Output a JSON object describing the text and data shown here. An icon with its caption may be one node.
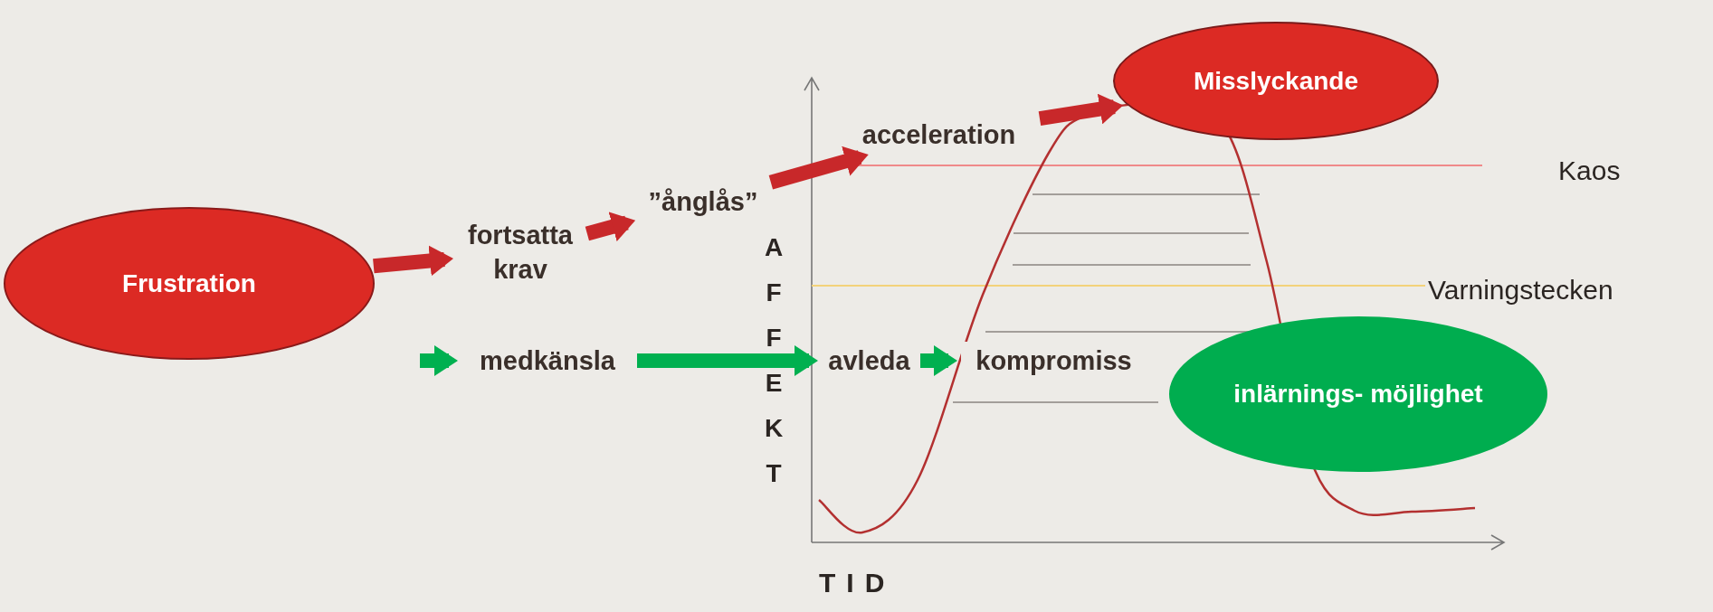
{
  "diagram": {
    "nodes": [
      {
        "text": [
          "Frustration"
        ]
      },
      {
        "text": [
          "fortsatta krav"
        ]
      },
      {
        "text": [
          "”ånglås”"
        ]
      },
      {
        "text": [
          "acceleration"
        ]
      },
      {
        "text": [
          "Misslyckande"
        ]
      },
      {
        "text": [
          "medkänsla"
        ]
      },
      {
        "text": [
          "avleda"
        ]
      },
      {
        "text": [
          "kompromiss"
        ]
      },
      {
        "text": [
          "inlärnings- möjlighet"
        ]
      }
    ],
    "edges": [
      {
        "from": 0,
        "to": 1,
        "arrow": "to"
      },
      {
        "from": 1,
        "to": 2,
        "arrow": "to"
      },
      {
        "from": 2,
        "to": 3,
        "arrow": "to"
      },
      {
        "from": 3,
        "to": 4,
        "arrow": "to"
      },
      {
        "from": null,
        "to": 5,
        "arrow": "to",
        "color": "#00b050"
      },
      {
        "from": 5,
        "to": 6,
        "arrow": "to",
        "color": "#00b050"
      },
      {
        "from": 6,
        "to": 7,
        "arrow": "to",
        "color": "#00b050"
      }
    ],
    "labels": [
      "Kaos",
      "Varningstecken",
      "AFFEKT",
      "TID"
    ]
  }
}
